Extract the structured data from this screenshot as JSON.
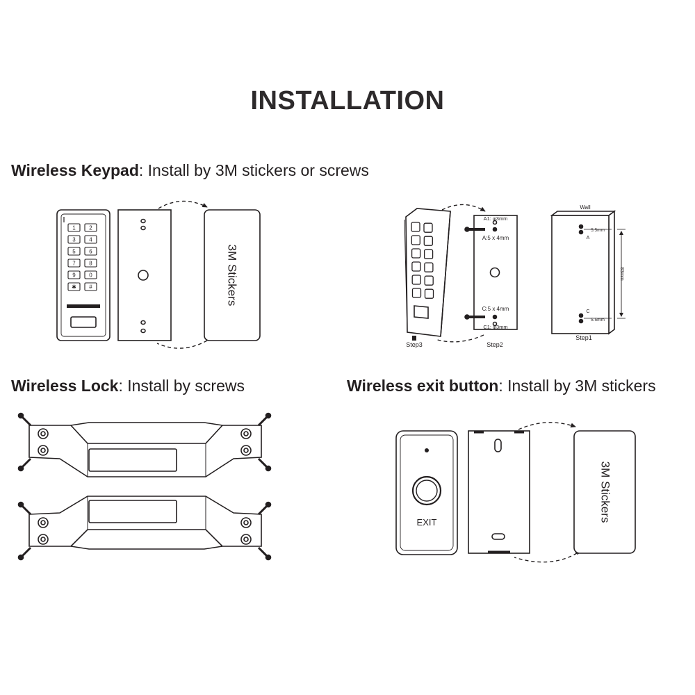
{
  "title": "INSTALLATION",
  "keypad": {
    "heading": "Wireless Keypad",
    "separator": ":",
    "description": "Install by 3M stickers or screws",
    "sticker_label": "3M Stickers",
    "keys": [
      "1",
      "2",
      "3",
      "4",
      "5",
      "6",
      "7",
      "8",
      "9",
      "0",
      "✱",
      "#"
    ],
    "dims": {
      "a1": "A1: φ3mm",
      "a": "A:5 x 4mm",
      "c": "C:5 x 4mm",
      "c1": "C1: φ3mm",
      "step1": "Step1",
      "step2": "Step2",
      "step3": "Step3",
      "wall": "Wall",
      "mark_a": "A",
      "mark_c": "C",
      "w_top": "5.5mm",
      "w_bottom": "5.5mm",
      "height": "83mm"
    }
  },
  "lock": {
    "heading": "Wireless Lock",
    "separator": ":",
    "description": "Install by screws"
  },
  "exit": {
    "heading": "Wireless exit button",
    "separator": ":",
    "description": "Install by 3M stickers",
    "button_label": "EXIT",
    "sticker_label": "3M Stickers"
  }
}
